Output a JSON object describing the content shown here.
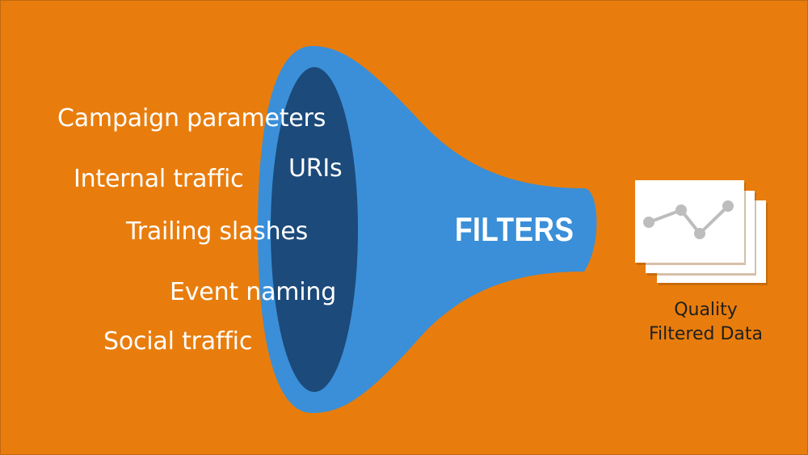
{
  "inputs": [
    "Campaign parameters",
    "Internal traffic",
    "URIs",
    "Trailing slashes",
    "Event naming",
    "Social traffic"
  ],
  "funnel_label": "FILTERS",
  "output": {
    "line1": "Quality",
    "line2": "Filtered Data",
    "chart_icon": "line-chart-icon"
  },
  "colors": {
    "background": "#e87d0d",
    "funnel": "#3a8fd8",
    "funnel_opening": "#1c4a7a",
    "text": "#ffffff",
    "output_text": "#1f1f1f",
    "chart_stroke": "#bdbdbd"
  }
}
